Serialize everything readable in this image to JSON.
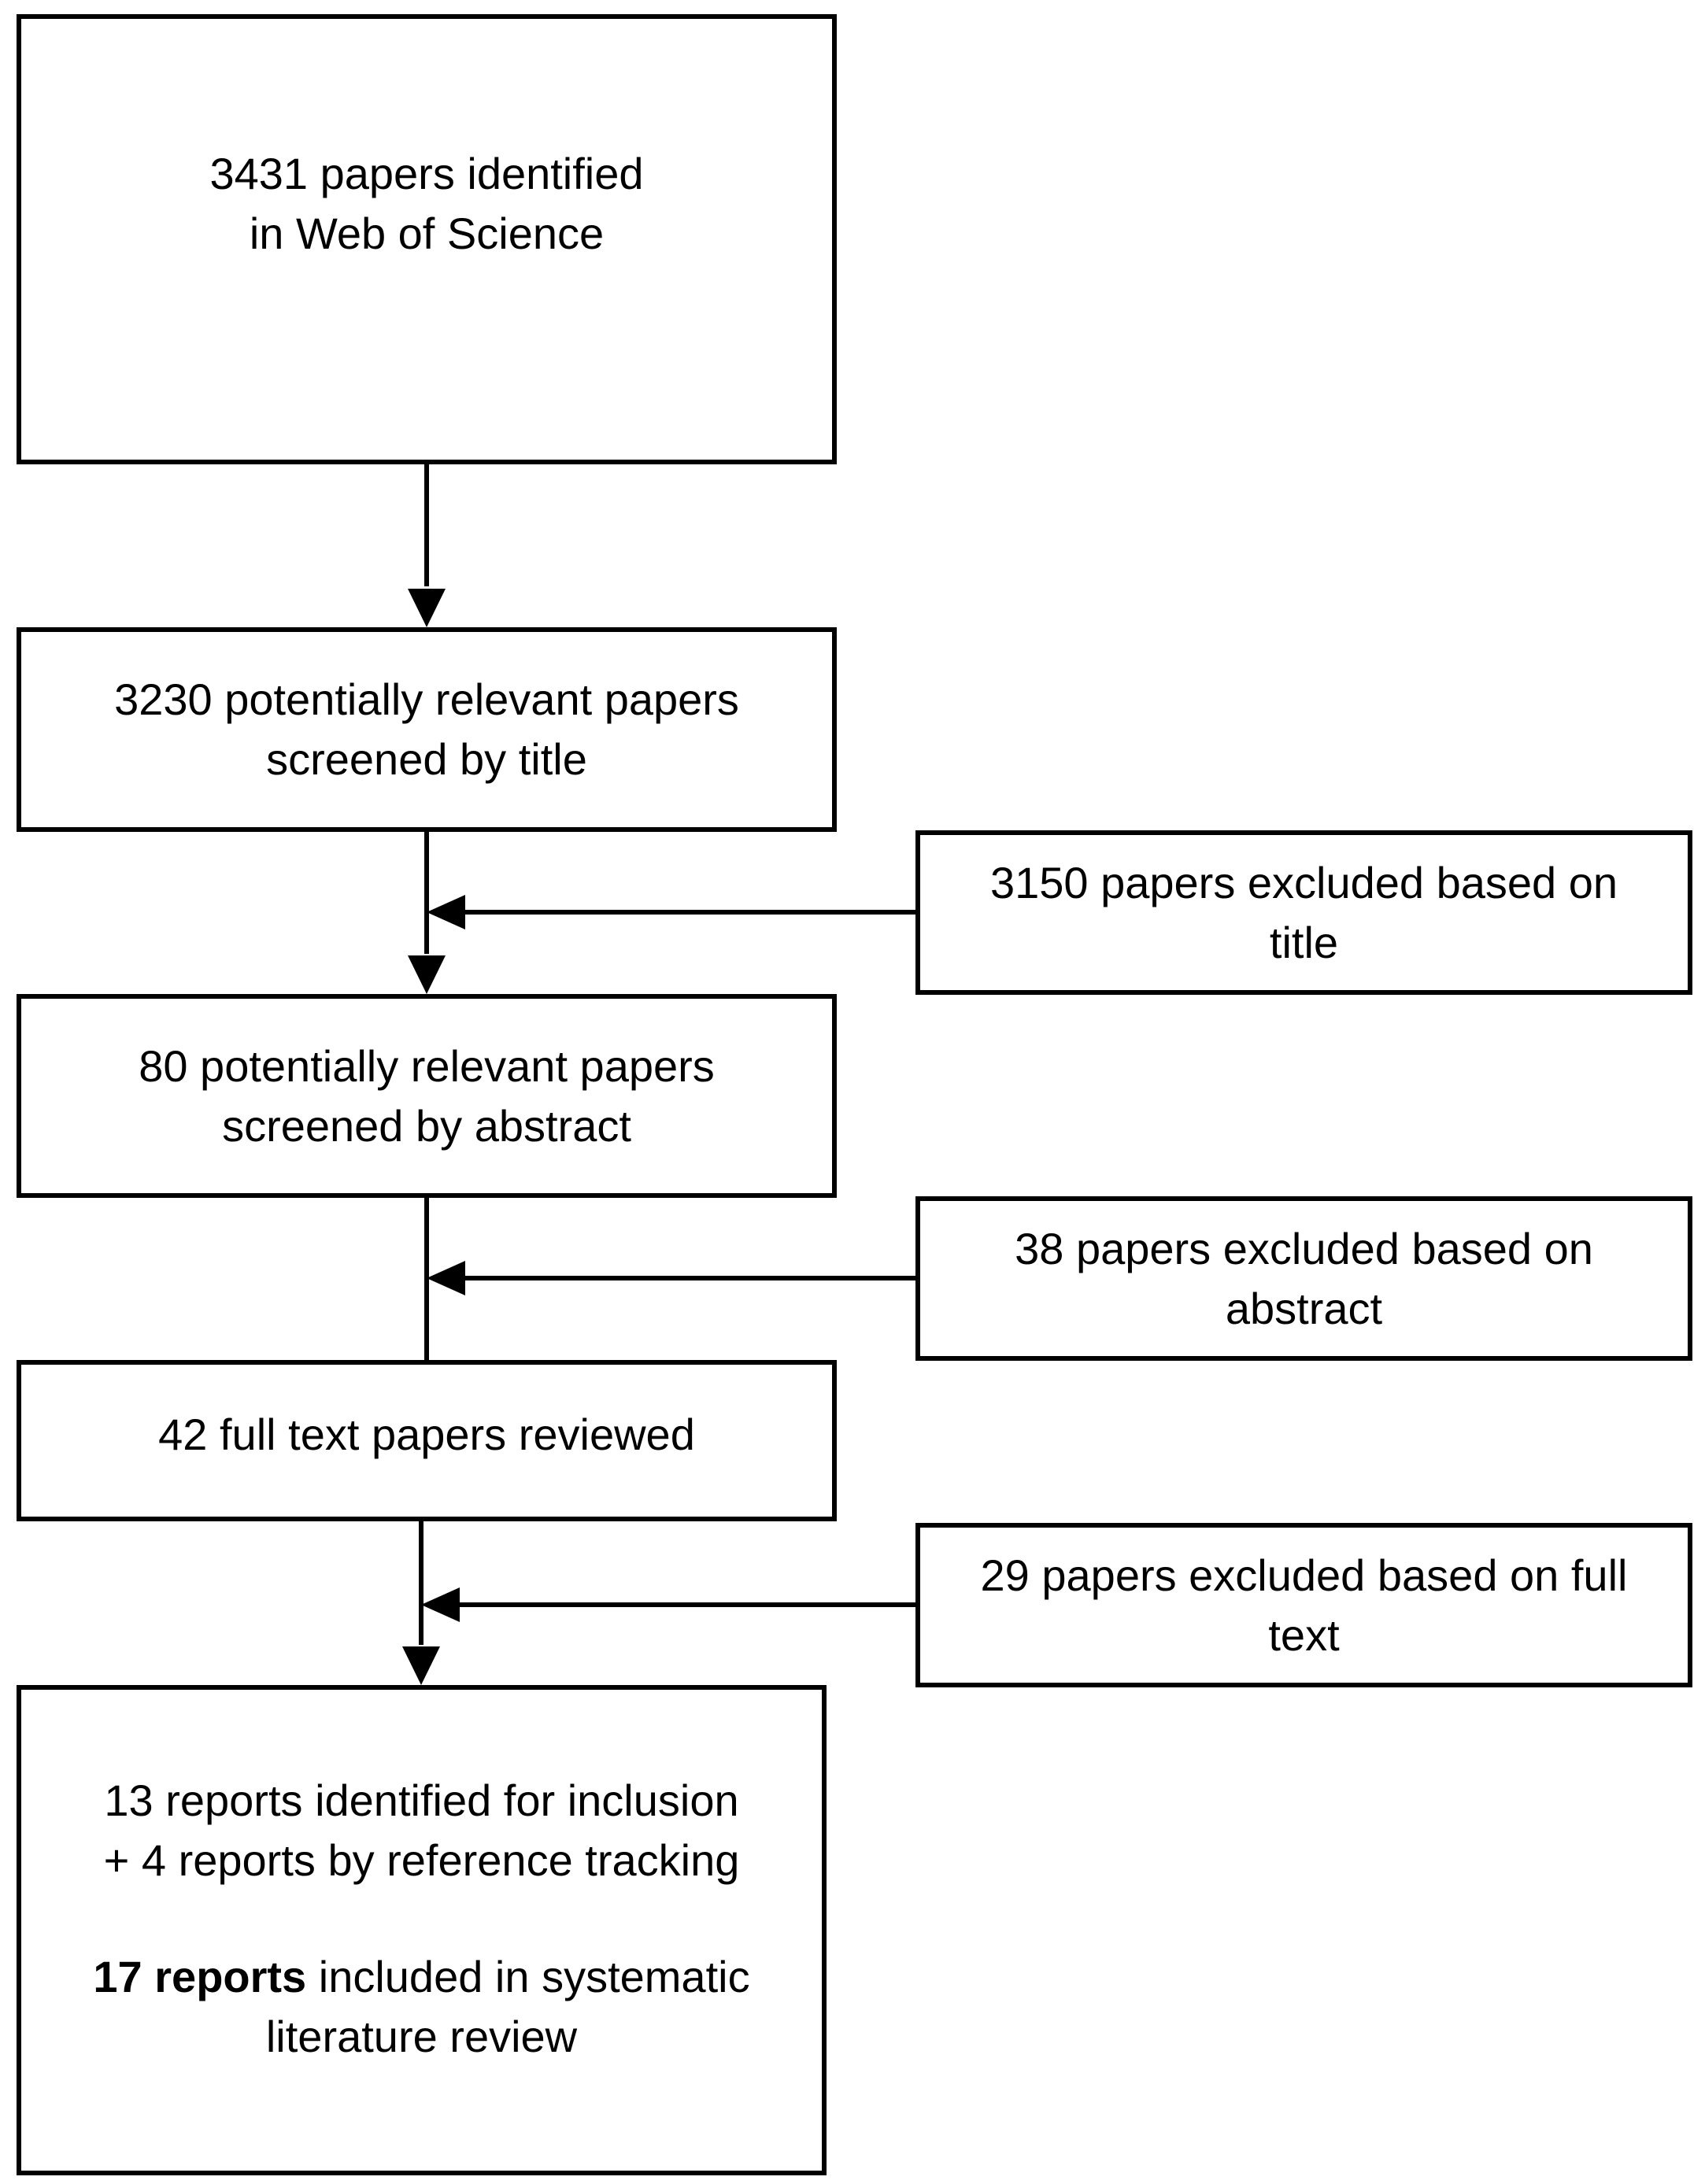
{
  "boxes": {
    "identified": {
      "line1": "3431 papers identified",
      "line2": "in Web of Science"
    },
    "screened_title": {
      "line1": "3230 potentially relevant papers",
      "line2": "screened by title"
    },
    "excluded_title": {
      "line1": "3150 papers excluded based on",
      "line2": "title"
    },
    "screened_abstract": {
      "line1": "80 potentially relevant papers",
      "line2": "screened by abstract"
    },
    "excluded_abstract": {
      "line1": "38 papers excluded based on",
      "line2": "abstract"
    },
    "full_text": {
      "line1": "42 full text papers reviewed"
    },
    "excluded_full_text": {
      "line1": "29 papers excluded based on full",
      "line2": "text"
    },
    "included": {
      "line1": "13 reports identified for inclusion",
      "line2": "+ 4 reports by reference tracking",
      "line3_bold": "17 reports",
      "line3_rest": " included in systematic",
      "line4": "literature review"
    }
  }
}
